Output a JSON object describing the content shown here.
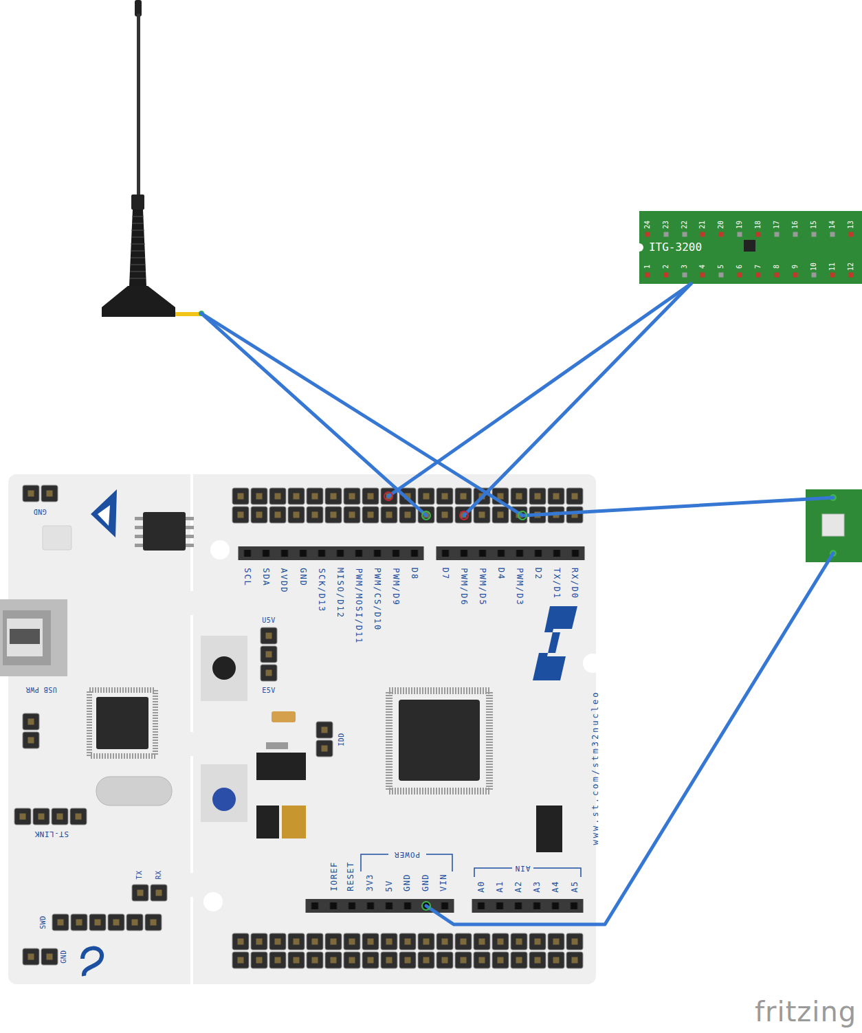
{
  "diagram": {
    "nodes": [
      {
        "text": [
          "ITG-3200",
          "24",
          "23",
          "22",
          "21",
          "20",
          "19",
          "18",
          "17",
          "16",
          "15",
          "14",
          "13",
          "1",
          "2",
          "3",
          "4",
          "5",
          "6",
          "7",
          "8",
          "9",
          "10",
          "11",
          "12"
        ]
      },
      {
        "text": [
          "GND",
          "USB PWR",
          "ST-LINK",
          "TX",
          "RX",
          "SWD",
          "GND",
          "U5V",
          "E5V",
          "IDD",
          "SCL",
          "SDA",
          "AVDD",
          "GND",
          "SCK/D13",
          "MISO/D12",
          "PWM/MOSI/D11",
          "PWM/CS/D10",
          "PWM/D9",
          "D8",
          "D7",
          "PWM/D6",
          "PWM/D5",
          "D4",
          "PWM/D3",
          "D2",
          "TX/D1",
          "RX/D0",
          "www.st.com/stm32nucleo",
          "POWER",
          "IOREF",
          "RESET",
          "3V3",
          "5V",
          "GND",
          "GND",
          "VIN",
          "AIN",
          "A0",
          "A1",
          "A2",
          "A3",
          "A4",
          "A5"
        ]
      }
    ],
    "edges": [
      {
        "from": 0,
        "to": 1,
        "arrow": "none"
      },
      {
        "from": 0,
        "to": 1,
        "arrow": "none"
      }
    ],
    "labels": [
      "fritzing"
    ]
  }
}
